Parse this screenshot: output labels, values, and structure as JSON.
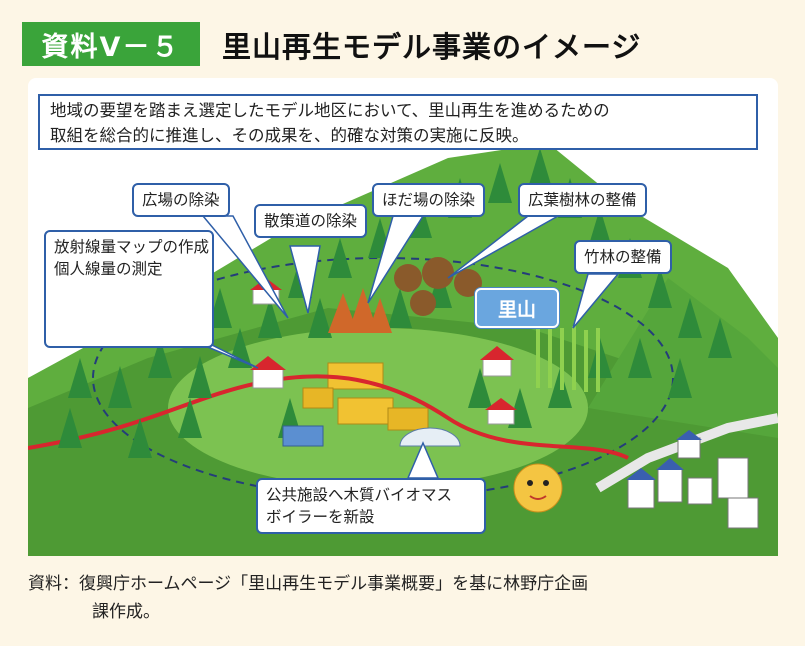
{
  "header": {
    "badge": "資料Ⅴ－５",
    "title": "里山再生モデル事業のイメージ"
  },
  "intro": {
    "line1": "地域の要望を踏まえ選定したモデル地区において、里山再生を進めるための",
    "line2": "取組を総合的に推進し、その成果を、的確な対策の実施に反映。"
  },
  "callouts": {
    "plaza": "広場の除染",
    "walkway": "散策道の除染",
    "hodaba": "ほだ場の除染",
    "broadleaf": "広葉樹林の整備",
    "bamboo": "竹林の整備",
    "map_line1": "放射線量マップの作成",
    "map_line2": "個人線量の測定",
    "boiler_line1": "公共施設へ木質バイオマス",
    "boiler_line2": "ボイラーを新設"
  },
  "satoyama_label": "里山",
  "source": {
    "line1": "資料：復興庁ホームページ「里山再生モデル事業概要」を基に林野庁企画",
    "line2": "課作成。"
  },
  "colors": {
    "badge": "#3aa43a",
    "callout_border": "#2f5fa8",
    "road": "#d8262e",
    "hill": "#5fae3e",
    "tree": "#2e8b3a",
    "background": "#fdf6e6"
  }
}
